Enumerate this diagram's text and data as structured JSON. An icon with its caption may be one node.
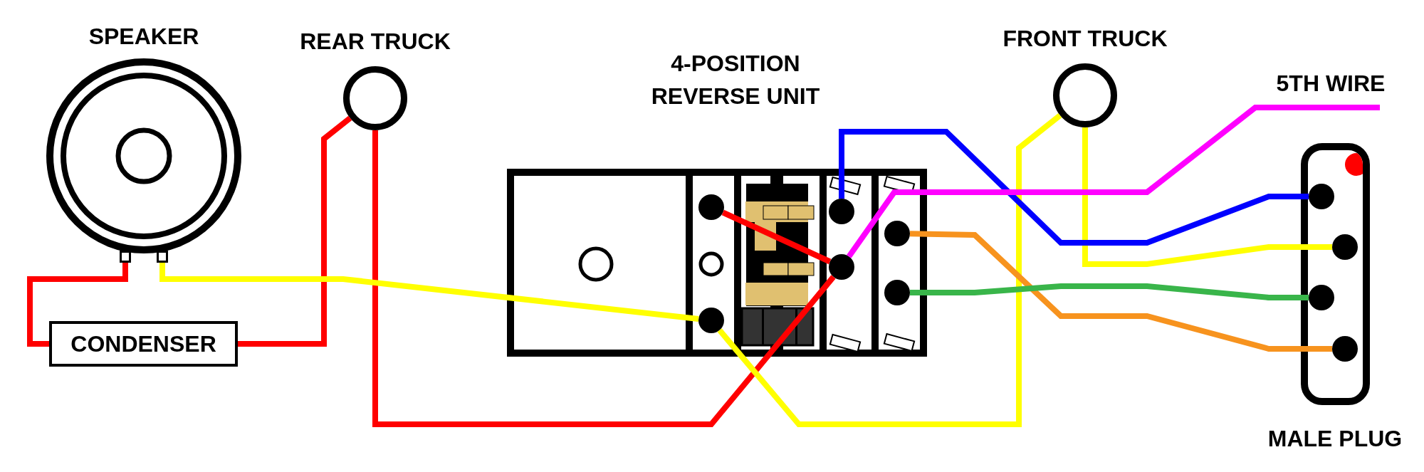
{
  "diagram": {
    "nodes": [
      {
        "text": [
          "SPEAKER"
        ]
      },
      {
        "text": [],
        "shape": "box"
      },
      {
        "text": [],
        "shape": "box"
      },
      {
        "text": [
          "CONDENSER"
        ]
      },
      {
        "text": [
          "REAR TRUCK"
        ]
      },
      {
        "text": [
          "4-POSITION REVERSE UNIT"
        ]
      },
      {
        "text": [],
        "shape": "circle",
        "in": 5
      },
      {
        "text": [],
        "shape": "circle",
        "in": 5
      },
      {
        "text": [],
        "shape": "circle",
        "in": 5
      },
      {
        "text": [],
        "shape": "circle",
        "in": 5
      },
      {
        "text": [],
        "shape": "circle",
        "in": 5
      },
      {
        "text": [],
        "shape": "circle",
        "in": 5
      },
      {
        "text": [
          "FRONT TRUCK"
        ]
      },
      {
        "text": [
          "MALE PLUG"
        ]
      },
      {
        "text": [],
        "shape": "circle",
        "in": 13
      },
      {
        "text": [],
        "shape": "circle",
        "in": 13
      },
      {
        "text": [],
        "shape": "circle",
        "in": 13
      },
      {
        "text": [],
        "shape": "circle",
        "in": 13
      }
    ],
    "edges": [
      {
        "from": 1,
        "to": 3,
        "arrow": "none"
      },
      {
        "from": 3,
        "to": 4,
        "arrow": "none"
      },
      {
        "from": 4,
        "to": 9,
        "arrow": "none"
      },
      {
        "from": 6,
        "to": 9,
        "arrow": "none"
      },
      {
        "from": 2,
        "to": 7,
        "arrow": "none",
        "color": "#ffff00"
      },
      {
        "from": 7,
        "to": 12,
        "arrow": "none",
        "color": "#ffff00"
      },
      {
        "from": 12,
        "to": 15,
        "arrow": "none",
        "color": "#ffff00"
      },
      {
        "from": 8,
        "to": 14,
        "arrow": "none",
        "color": "#0000ff"
      },
      {
        "from": 9,
        "to": null,
        "arrow": "none",
        "color": "#ff00ff"
      },
      {
        "from": 10,
        "to": 17,
        "arrow": "none",
        "color": "#f7931e"
      },
      {
        "from": 11,
        "to": 16,
        "arrow": "none",
        "color": "#39b54a"
      }
    ],
    "labels": [
      "5TH WIRE"
    ]
  }
}
